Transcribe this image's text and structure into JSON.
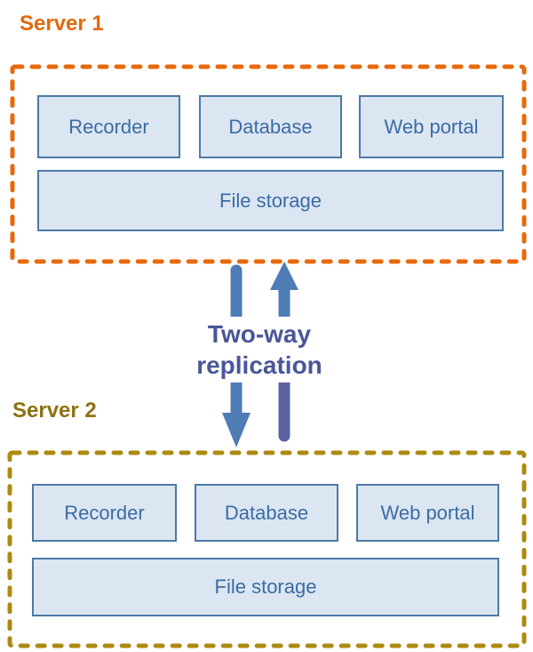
{
  "title": "Two-way replication between Server 1 and Server 2",
  "colors": {
    "background": "#ffffff",
    "server1_accent": "#e8690b",
    "server1_label": "#e2690c",
    "server2_accent": "#ab8b10",
    "server2_label": "#8e7112",
    "node_fill": "#dbe6f2",
    "node_border": "#4d79a8",
    "node_text": "#3b6ca3",
    "arrow_blue": "#4e7cb5",
    "arrow_purple": "#5a63a0",
    "replication_text": "#4a5699"
  },
  "servers": [
    {
      "name": "Server 1",
      "components": [
        "Recorder",
        "Database",
        "Web portal"
      ],
      "storage": "File storage"
    },
    {
      "name": "Server 2",
      "components": [
        "Recorder",
        "Database",
        "Web portal"
      ],
      "storage": "File storage"
    }
  ],
  "replication": {
    "label": "Two-way replication",
    "arrows": [
      "down-arrow",
      "up-arrow"
    ]
  }
}
